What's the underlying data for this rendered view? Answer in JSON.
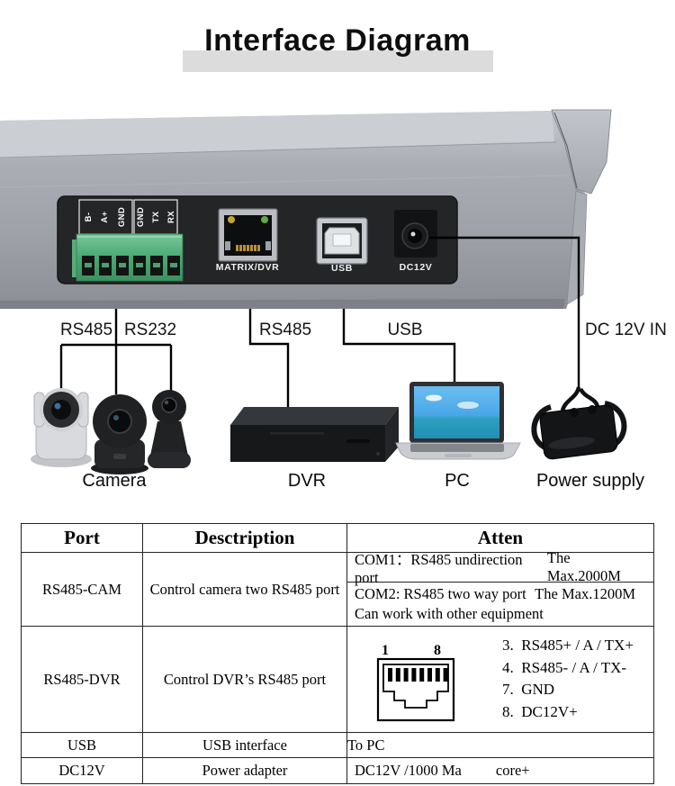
{
  "page": {
    "title": "Interface Diagram"
  },
  "device": {
    "terminal_block": {
      "left_labels": [
        "B-",
        "A+",
        "GND"
      ],
      "right_labels": [
        "GND",
        "TX",
        "RX"
      ]
    },
    "ports": {
      "rj45": "MATRIX/DVR",
      "usb": "USB",
      "dc": "DC12V"
    }
  },
  "connections": {
    "rs485_cam": "RS485",
    "rs232": "RS232",
    "rs485_dvr": "RS485",
    "usb": "USB",
    "dc": "DC 12V IN"
  },
  "devices": {
    "camera": "Camera",
    "dvr": "DVR",
    "pc": "PC",
    "power": "Power supply"
  },
  "table": {
    "headers": [
      "Port",
      "Desctription",
      "Atten"
    ],
    "row_cam": {
      "port": "RS485-CAM",
      "desc": "Control camera two RS485 port",
      "com1": "COM1：RS485 undirection port",
      "com1_max": "The Max.2000M",
      "com2": "COM2: RS485 two way port",
      "com2_max": "The Max.1200M",
      "note": "Can work with other equipment"
    },
    "row_dvr": {
      "port": "RS485-DVR",
      "desc": "Control DVR’s RS485 port",
      "pin_first": "1",
      "pin_last": "8",
      "pins": [
        "3.  RS485+ / A / TX+",
        "4.  RS485- / A / TX-",
        "7.  GND",
        "8.  DC12V+"
      ]
    },
    "row_usb": {
      "port": "USB",
      "desc": "USB interface",
      "atten": "To PC"
    },
    "row_dc": {
      "port": "DC12V",
      "desc": "Power adapter",
      "atten": "DC12V /1000 Ma",
      "atten_extra": "core+"
    }
  },
  "colors": {
    "terminal_green": "#4aa873",
    "panel_dark": "#232527",
    "body_gray": "#a6a9b0",
    "led_yellow": "#c3a52f",
    "led_green": "#62aa42",
    "screen_blue": "#49a7e8"
  }
}
